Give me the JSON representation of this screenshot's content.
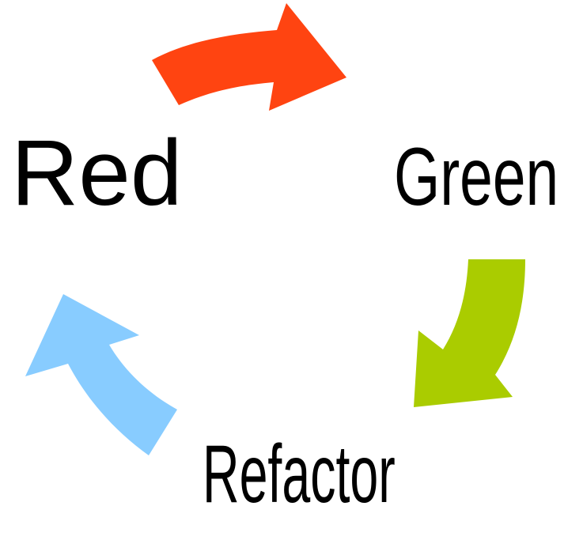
{
  "cycle": {
    "stages": [
      {
        "label": "Red"
      },
      {
        "label": "Green"
      },
      {
        "label": "Refactor"
      }
    ]
  },
  "colors": {
    "red_arrow": "#FF4411",
    "green_arrow": "#AACC00",
    "blue_arrow": "#88CCFF",
    "text": "#000000",
    "background": "#FFFFFF"
  },
  "icons": {
    "red_to_green": "curved-arrow-right-icon",
    "green_to_refactor": "curved-arrow-down-icon",
    "refactor_to_red": "curved-arrow-up-left-icon"
  }
}
